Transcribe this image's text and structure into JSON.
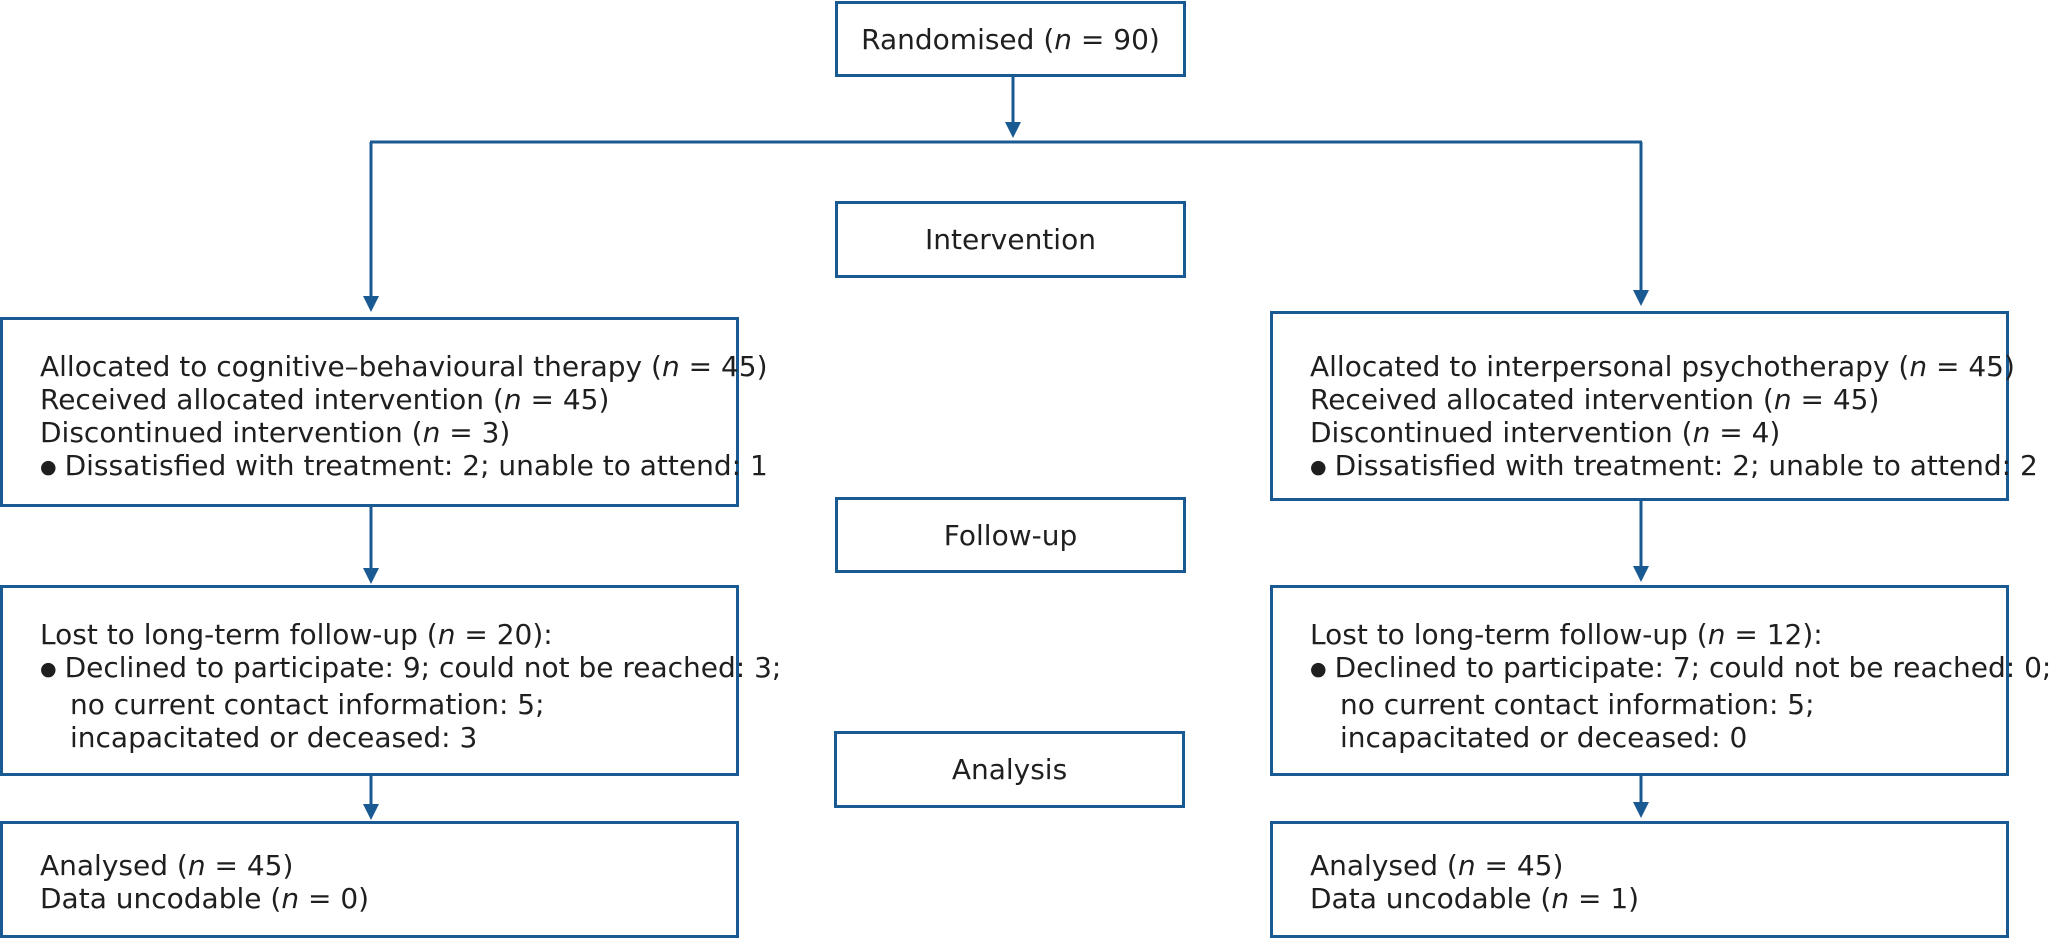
{
  "stages": {
    "randomised": [
      "Randomised (",
      "n",
      " = 90)"
    ],
    "intervention": "Intervention",
    "follow_up": "Follow-up",
    "analysis": "Analysis"
  },
  "left": {
    "allocation": [
      [
        "Allocated to cognitive–behavioural therapy (",
        "n",
        " = 45)"
      ],
      [
        "Received allocated intervention (",
        "n",
        " = 45)"
      ],
      [
        "Discontinued intervention (",
        "n",
        " = 3)"
      ]
    ],
    "allocation_bullet": "Dissatisfied with treatment: 2; unable to attend: 1",
    "followup_head": [
      "Lost to long-term follow-up (",
      "n",
      " = 20):"
    ],
    "followup_bullet": "Declined to participate: 9; could not be reached: 3;",
    "followup_cont": [
      "no current contact information: 5;",
      "incapacitated or deceased: 3"
    ],
    "analysis": [
      [
        "Analysed (",
        "n",
        " = 45)"
      ],
      [
        "Data uncodable (",
        "n",
        " = 0)"
      ]
    ]
  },
  "right": {
    "allocation": [
      [
        "Allocated to interpersonal psychotherapy (",
        "n",
        " = 45)"
      ],
      [
        "Received allocated intervention (",
        "n",
        " = 45)"
      ],
      [
        "Discontinued intervention (",
        "n",
        " = 4)"
      ]
    ],
    "allocation_bullet": "Dissatisfied with treatment: 2; unable to attend: 2",
    "followup_head": [
      "Lost to long-term follow-up (",
      "n",
      " = 12):"
    ],
    "followup_bullet": "Declined to participate: 7; could not be reached: 0;",
    "followup_cont": [
      "no current contact information: 5;",
      "incapacitated or deceased: 0"
    ],
    "analysis": [
      [
        "Analysed (",
        "n",
        " = 45)"
      ],
      [
        "Data uncodable (",
        "n",
        " = 1)"
      ]
    ]
  },
  "colors": {
    "line": "#1a5a92",
    "text": "#1f1f1f"
  }
}
